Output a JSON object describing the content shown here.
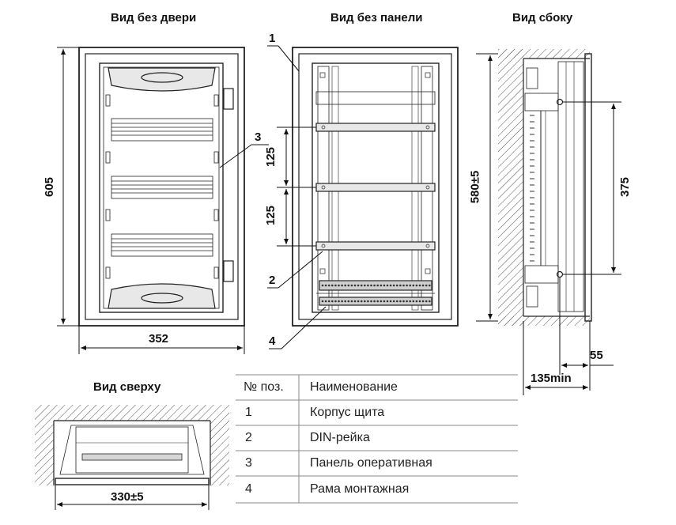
{
  "views": {
    "front_no_door": "Вид без двери",
    "no_panel": "Вид без панели",
    "side": "Вид сбоку",
    "top": "Вид сверху"
  },
  "dimensions": {
    "height_605": "605",
    "width_352": "352",
    "pitch_125_a": "125",
    "pitch_125_b": "125",
    "height_580": "580±5",
    "height_375": "375",
    "depth_55": "55",
    "depth_135": "135min",
    "width_330": "330±5"
  },
  "callouts": {
    "c1": "1",
    "c2": "2",
    "c3": "3",
    "c4": "4"
  },
  "parts_table": {
    "headers": [
      "№ поз.",
      "Наименование"
    ],
    "rows": [
      {
        "pos": "1",
        "name": "Корпус щита"
      },
      {
        "pos": "2",
        "name": "DIN-рейка"
      },
      {
        "pos": "3",
        "name": "Панель оперативная"
      },
      {
        "pos": "4",
        "name": "Рама монтажная"
      }
    ]
  }
}
